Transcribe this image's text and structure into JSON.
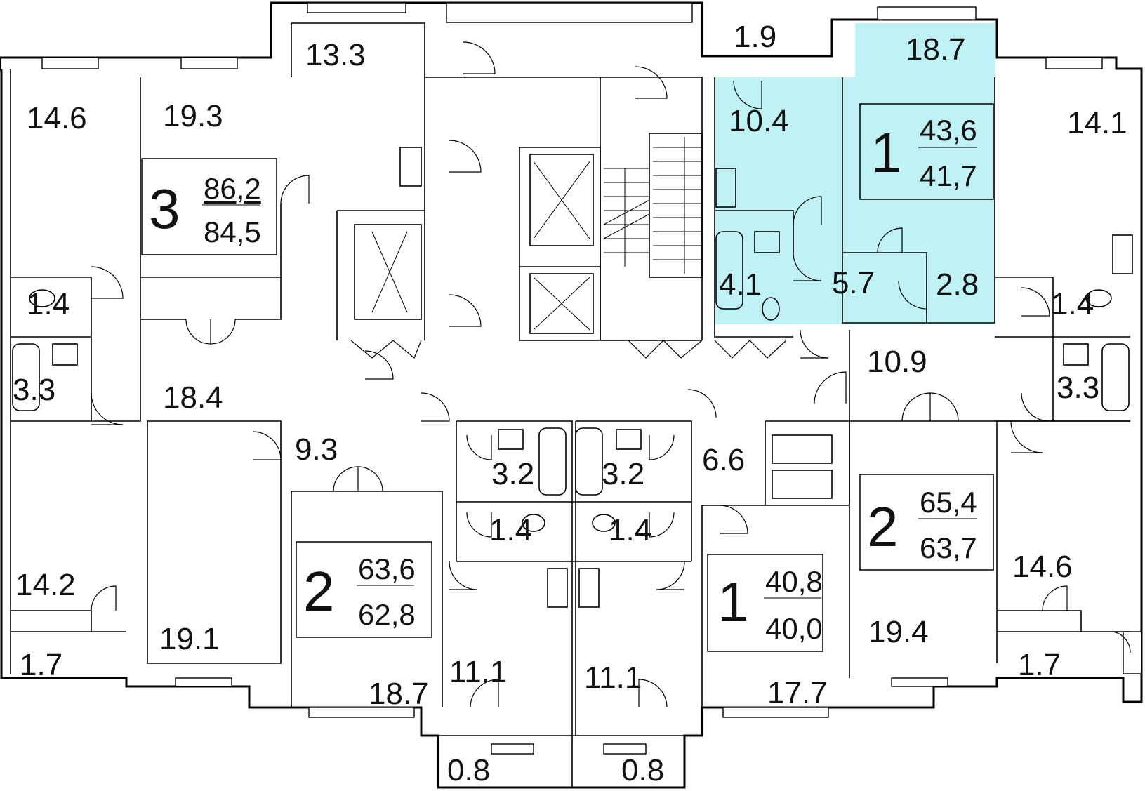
{
  "rooms": [
    {
      "id": "r1",
      "label": "13.3"
    },
    {
      "id": "r2",
      "label": "1.9"
    },
    {
      "id": "r3",
      "label": "18.7"
    },
    {
      "id": "r4",
      "label": "14.6"
    },
    {
      "id": "r5",
      "label": "19.3"
    },
    {
      "id": "r6",
      "label": "10.4"
    },
    {
      "id": "r7",
      "label": "14.1"
    },
    {
      "id": "r8",
      "label": "1.4"
    },
    {
      "id": "r9",
      "label": "4.1"
    },
    {
      "id": "r10",
      "label": "5.7"
    },
    {
      "id": "r11",
      "label": "2.8"
    },
    {
      "id": "r12",
      "label": "1.4"
    },
    {
      "id": "r13",
      "label": "3.3"
    },
    {
      "id": "r14",
      "label": "18.4"
    },
    {
      "id": "r15",
      "label": "10.9"
    },
    {
      "id": "r16",
      "label": "3.3"
    },
    {
      "id": "r17",
      "label": "9.3"
    },
    {
      "id": "r18",
      "label": "3.2"
    },
    {
      "id": "r19",
      "label": "3.2"
    },
    {
      "id": "r20",
      "label": "6.6"
    },
    {
      "id": "r21",
      "label": "1.4"
    },
    {
      "id": "r22",
      "label": "1.4"
    },
    {
      "id": "r23",
      "label": "14.2"
    },
    {
      "id": "r24",
      "label": "14.6"
    },
    {
      "id": "r25",
      "label": "19.1"
    },
    {
      "id": "r26",
      "label": "19.4"
    },
    {
      "id": "r27",
      "label": "1.7"
    },
    {
      "id": "r28",
      "label": "1.7"
    },
    {
      "id": "r29",
      "label": "18.7"
    },
    {
      "id": "r30",
      "label": "11.1"
    },
    {
      "id": "r31",
      "label": "11.1"
    },
    {
      "id": "r32",
      "label": "17.7"
    },
    {
      "id": "r33",
      "label": "0.8"
    },
    {
      "id": "r34",
      "label": "0.8"
    }
  ],
  "apartments": [
    {
      "id": "a1",
      "rooms": "3",
      "total": "86,2",
      "living": "84,5",
      "highlighted": false
    },
    {
      "id": "a2",
      "rooms": "1",
      "total": "43,6",
      "living": "41,7",
      "highlighted": true
    },
    {
      "id": "a3",
      "rooms": "2",
      "total": "63,6",
      "living": "62,8",
      "highlighted": false
    },
    {
      "id": "a4",
      "rooms": "1",
      "total": "40,8",
      "living": "40,0",
      "highlighted": false
    },
    {
      "id": "a5",
      "rooms": "2",
      "total": "65,4",
      "living": "63,7",
      "highlighted": false
    }
  ],
  "colors": {
    "highlight": "#bff2f4",
    "walls": "#000000",
    "background": "#ffffff"
  }
}
